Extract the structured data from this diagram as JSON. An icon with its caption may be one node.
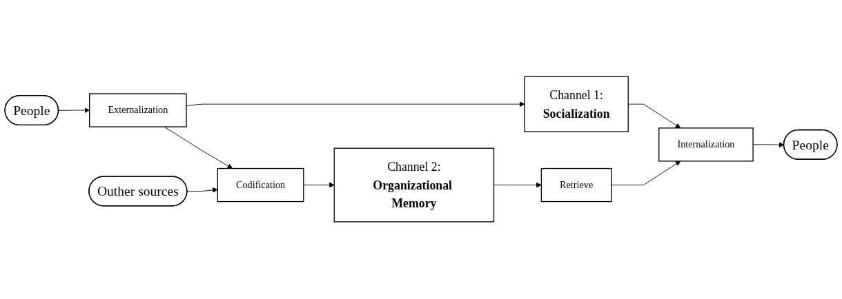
{
  "diagram": {
    "nodes": [
      {
        "text": [
          "People"
        ]
      },
      {
        "text": [
          "Externalization"
        ]
      },
      {
        "text": [
          "Channel 1:",
          "Socialization"
        ]
      },
      {
        "text": [
          "Internalization"
        ]
      },
      {
        "text": [
          "People"
        ]
      },
      {
        "text": [
          "Outher sources"
        ]
      },
      {
        "text": [
          "Codification"
        ]
      },
      {
        "text": [
          "Channel 2:",
          "Organizational Memory"
        ]
      },
      {
        "text": [
          "Retrieve"
        ]
      }
    ],
    "edges": [
      {
        "from": 0,
        "to": 1,
        "arrow": "to"
      },
      {
        "from": 1,
        "to": 2,
        "arrow": "to"
      },
      {
        "from": 2,
        "to": 3,
        "arrow": "to"
      },
      {
        "from": 3,
        "to": 4,
        "arrow": "to"
      },
      {
        "from": 1,
        "to": 6,
        "arrow": "to"
      },
      {
        "from": 5,
        "to": 6,
        "arrow": "to"
      },
      {
        "from": 6,
        "to": 7,
        "arrow": "to"
      },
      {
        "from": 7,
        "to": 8,
        "arrow": "to"
      },
      {
        "from": 8,
        "to": 3,
        "arrow": "to"
      }
    ]
  }
}
